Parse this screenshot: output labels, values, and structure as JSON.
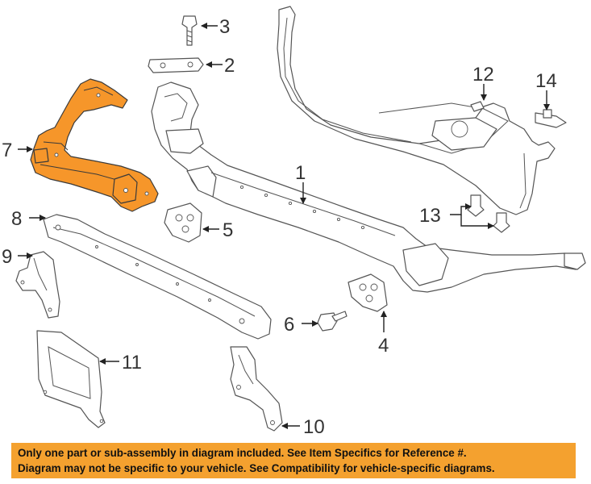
{
  "diagram": {
    "callouts": [
      "1",
      "2",
      "3",
      "4",
      "5",
      "6",
      "7",
      "8",
      "9",
      "10",
      "11",
      "12",
      "13",
      "14"
    ],
    "highlight_color": "#f6962a"
  },
  "banner": {
    "line1": "Only one part or sub-assembly in diagram included. See Item Specifics for Reference #.",
    "line2": "Diagram may not be specific to your vehicle. See Compatibility for vehicle-specific diagrams.",
    "bg_color": "#f4a12f"
  }
}
